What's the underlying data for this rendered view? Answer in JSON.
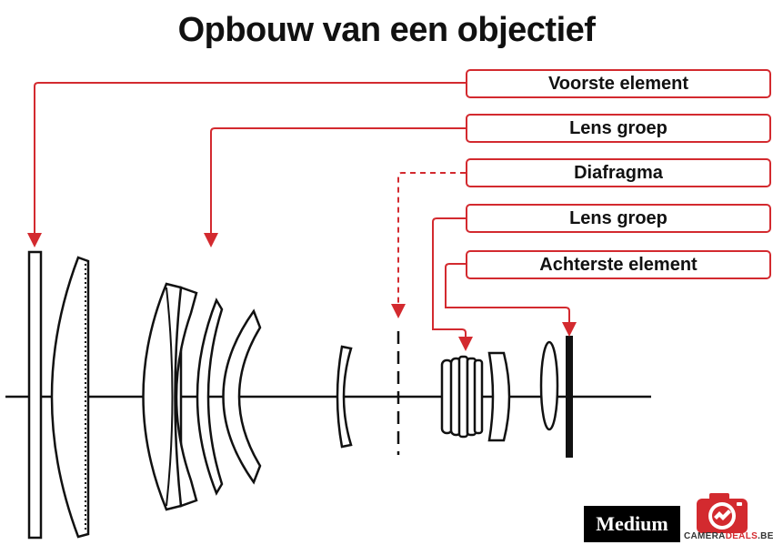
{
  "title": "Opbouw van een objectief",
  "labels": [
    {
      "text": "Voorste element"
    },
    {
      "text": "Lens groep"
    },
    {
      "text": "Diafragma"
    },
    {
      "text": "Lens groep"
    },
    {
      "text": "Achterste element"
    }
  ],
  "logos": {
    "medium": "Medium",
    "cameradeals_main": "CAMERA",
    "cameradeals_accent": "DEALS",
    "cameradeals_suffix": ".BE"
  },
  "colors": {
    "accent": "#d32a2f",
    "ink": "#111111"
  }
}
